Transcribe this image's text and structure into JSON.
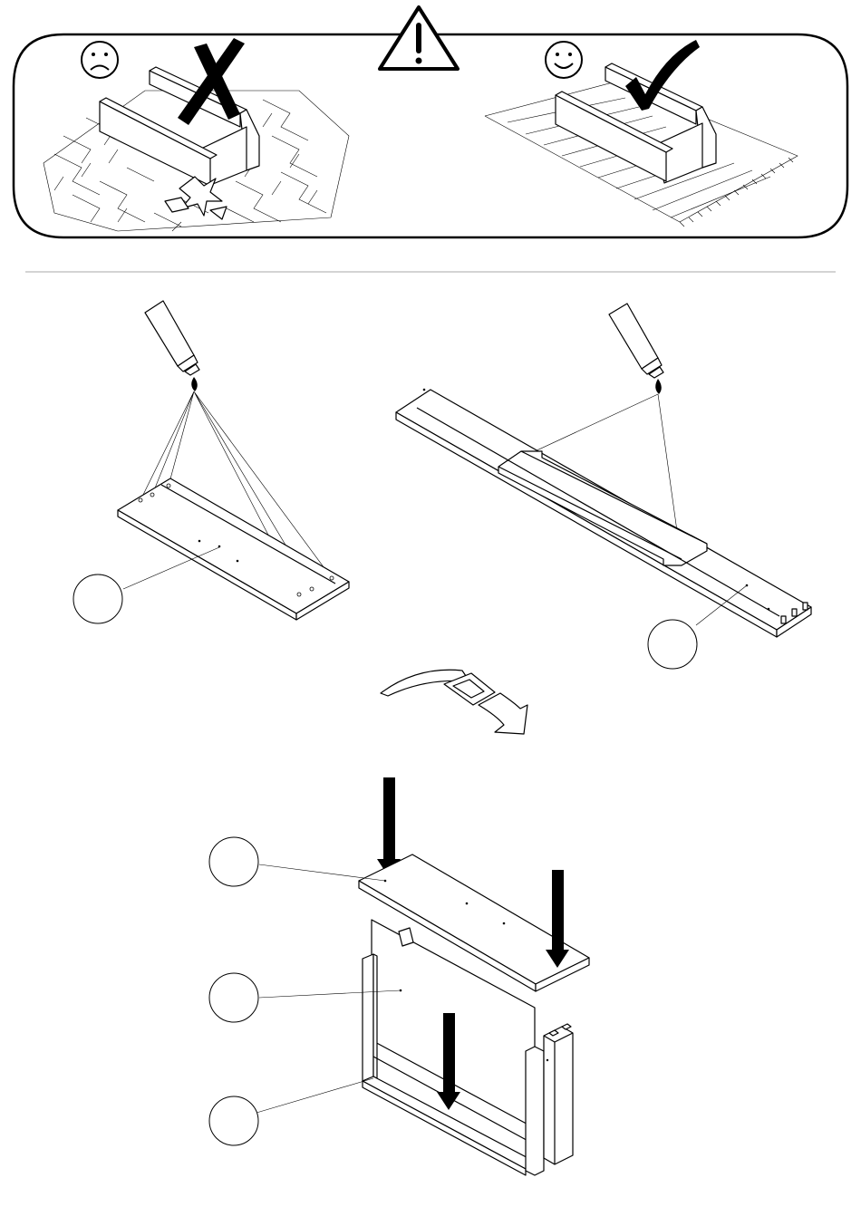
{
  "document": {
    "type": "assembly-instruction-page",
    "warning_panel": {
      "warning_icon": "warning-triangle-icon",
      "wrong_side": {
        "face_icon": "sad-face-icon",
        "mark_icon": "cross-mark-icon",
        "surface": "hard-tiled-floor"
      },
      "right_side": {
        "face_icon": "happy-face-icon",
        "mark_icon": "check-mark-icon",
        "surface": "soft-carpet"
      }
    },
    "steps": {
      "glue_left": {
        "tool_icon": "glue-tube-icon",
        "callout_label": ""
      },
      "glue_right": {
        "tool_icon": "glue-tube-icon",
        "callout_label": ""
      },
      "turn_over": {
        "icon": "curved-turn-arrow-icon"
      },
      "assembly": {
        "callouts": [
          "",
          "",
          ""
        ],
        "arrow_icon": "down-arrow-icon"
      }
    }
  }
}
